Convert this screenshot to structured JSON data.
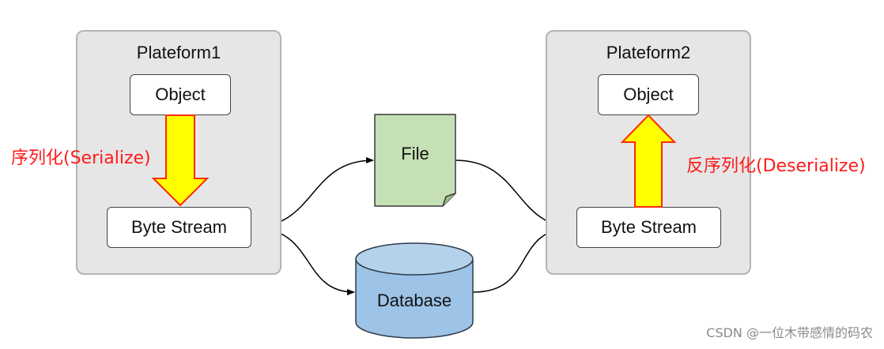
{
  "platform1": {
    "title": "Plateform1",
    "object_label": "Object",
    "stream_label": "Byte Stream",
    "action_label": "序列化(Serialize)"
  },
  "platform2": {
    "title": "Plateform2",
    "object_label": "Object",
    "stream_label": "Byte Stream",
    "action_label": "反序列化(Deserialize)"
  },
  "storage": {
    "file_label": "File",
    "database_label": "Database"
  },
  "colors": {
    "platform_bg": "#e6e6e6",
    "arrow_fill": "#ffff00",
    "arrow_stroke": "#ff2a00",
    "file_fill": "#c5e0b4",
    "database_fill": "#9dc3e6",
    "label_red": "#ff1a1a"
  },
  "watermark": "CSDN @一位木带感情的码农"
}
